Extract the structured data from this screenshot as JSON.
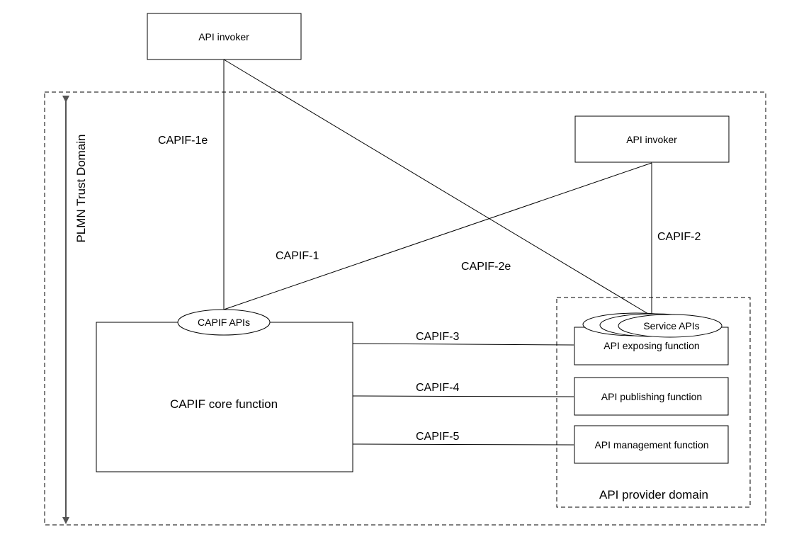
{
  "domains": {
    "plmn_trust": "PLMN Trust Domain",
    "api_provider": "API provider domain"
  },
  "boxes": {
    "invoker_top": "API invoker",
    "invoker_right": "API invoker",
    "core": "CAPIF core function",
    "exposing": "API exposing function",
    "publishing": "API publishing function",
    "management": "API management function"
  },
  "ellipses": {
    "capif_apis": "CAPIF APIs",
    "service_apis": "Service APIs"
  },
  "interfaces": {
    "capif_1": "CAPIF-1",
    "capif_1e": "CAPIF-1e",
    "capif_2": "CAPIF-2",
    "capif_2e": "CAPIF-2e",
    "capif_3": "CAPIF-3",
    "capif_4": "CAPIF-4",
    "capif_5": "CAPIF-5"
  }
}
